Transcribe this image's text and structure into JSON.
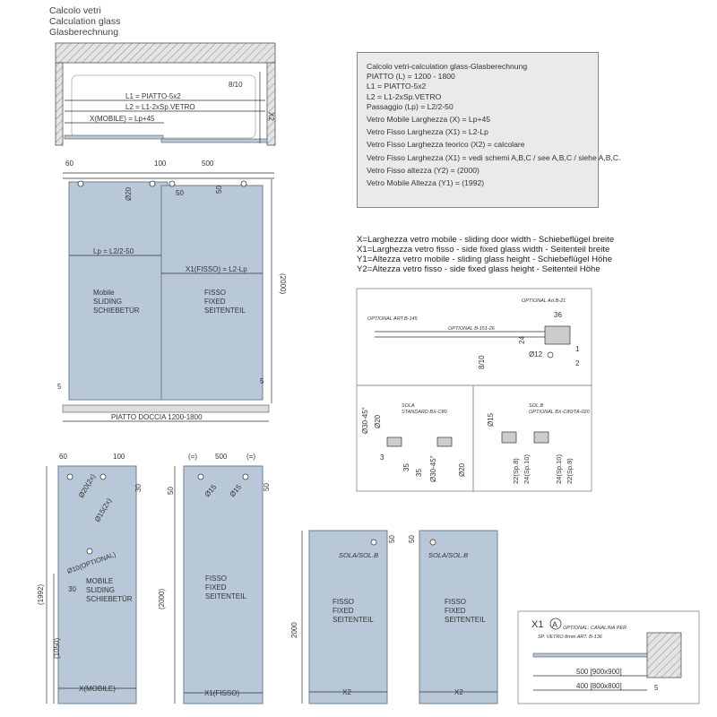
{
  "titles": [
    "Calcolo vetri",
    "Calculation glass",
    "Glasberechnung"
  ],
  "calc_box": {
    "heading": "Calcolo vetri-calculation glass-Glasberechnung",
    "lines_a": [
      "PIATTO (L) = 1200 - 1800",
      "L1 = PIATTO-5x2",
      "L2 = L1-2xSp.VETRO",
      "Passaggio (Lp) = L2/2-50"
    ],
    "lines_b": [
      "Vetro Mobile Larghezza (X) = Lp+45",
      "Vetro Fisso Larghezza (X1) = L2-Lp",
      "Vetro Fisso Larghezza teorico (X2) = calcolare",
      "Vetro Fisso Larghezza (X1) = vedi schemi  A,B,C / see A,B,C / siehe A,B,C.",
      "Vetro Fisso altezza (Y2) = (2000)",
      "Vetro Mobile Altezza (Y1) = (1992)"
    ]
  },
  "legend": [
    "X=Larghezza vetro mobile - sliding door width - Schiebeflügel breite",
    "X1=Larghezza vetro fisso - side fixed glass width - Seitenteil breite",
    "Y1=Altezza vetro mobile - sliding glass height - Schiebeflügel Höhe",
    "Y2=Altezza vetro fisso - side fixed glass height - Seitenteil Höhe"
  ],
  "top_plan": {
    "thickness": "8/10",
    "l1": "L1 = PIATTO-5x2",
    "l2": "L2 = L1-2xSp.VETRO",
    "x_mobile": "X(MOBILE) = Lp+45",
    "x2": "X2"
  },
  "elevation": {
    "d60": "60",
    "d100": "100",
    "d500": "500",
    "d50a": "50",
    "d50b": "50",
    "d20": "Ø20",
    "lp": "Lp = L2/2-50",
    "x1_fisso": "X1(FISSO) = L2-Lp",
    "h2000": "(2000)",
    "mobile": [
      "Mobile",
      "SLIDING",
      "SCHIEBETÜR"
    ],
    "fisso": [
      "FISSO",
      "FIXED",
      "SEITENTEIL"
    ],
    "d5a": "5",
    "d5b": "5",
    "piatto": "PIATTO DOCCIA 1200-1800"
  },
  "detail_top": {
    "opt_b145": "OPTIONAL ART.B-145",
    "opt_b151": "OPTIONAL  B-151-26",
    "opt_b21": "OPTIONAL Art.B-21",
    "d36": "36",
    "d24": "24",
    "d8_10": "8/10",
    "d12": "Ø12",
    "d1": "1",
    "d2": "2"
  },
  "detail_left": {
    "sola": "SOLA",
    "sola_std": "STANDARD BX-C80",
    "d30_45a": "Ø30-45°",
    "d20a": "Ø20",
    "d3": "3",
    "d35a": "35",
    "d35b": "35",
    "d30_45b": "Ø30-45°",
    "d20b": "Ø20"
  },
  "detail_right": {
    "solb": "SOL.B",
    "solb_opt": "OPTIONAL BX-C80/TA-020",
    "d15": "Ø15",
    "d22a": "22(Sp.8)",
    "d24a": "24(Sp.10)",
    "d24b": "24(Sp.10)",
    "d22b": "22(Sp.8)"
  },
  "panel_mobile": {
    "d60": "60",
    "d100": "100",
    "d20_2x": "Ø20(2x)",
    "d15_2x": "Ø15(2x)",
    "d30a": "30",
    "d10": "Ø10(OPTIONAL)",
    "d30b": "30",
    "y1992": "(1992)",
    "y1050": "(1050)",
    "label": [
      "MOBILE",
      "SLIDING",
      "SCHIEBETÜR"
    ],
    "x": "X(MOBILE)"
  },
  "panel_fisso1": {
    "eq1": "(=)",
    "d500": "500",
    "eq2": "(=)",
    "d50a": "50",
    "d15a": "Ø15",
    "d15b": "Ø15",
    "d50b": "50",
    "y2000": "(2000)",
    "label": [
      "FISSO",
      "FIXED",
      "SEITENTEIL"
    ],
    "x1": "X1(FISSO)"
  },
  "panel_fisso2": {
    "d50": "50",
    "sola": "SOLA/SOL.B",
    "y2000": "2000",
    "label": [
      "FISSO",
      "FIXED",
      "SEITENTEIL"
    ],
    "x2": "X2"
  },
  "panel_fisso3": {
    "d50": "50",
    "sola": "SOLA/SOL.B",
    "label": [
      "FISSO",
      "FIXED",
      "SEITENTEIL"
    ],
    "x2": "X2"
  },
  "detail_x1": {
    "x1": "X1",
    "circ": "A",
    "opt": "OPTIONAL: CANALINA PER",
    "opt2": "SP. VETRO 8mm ART. B-136",
    "d500": "500 [900x900]",
    "d400": "400 [800x800]",
    "d5": "5"
  },
  "colors": {
    "glass": "#b8c8d8",
    "panel_box": "#eaeaea"
  }
}
